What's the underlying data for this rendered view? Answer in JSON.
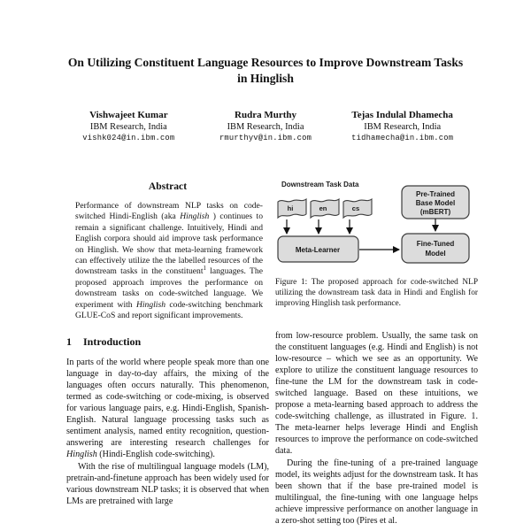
{
  "paper": {
    "title": "On Utilizing Constituent Language Resources to Improve Downstream Tasks in Hinglish",
    "authors": [
      {
        "name": "Vishwajeet Kumar",
        "affiliation": "IBM Research, India",
        "email": "vishk024@in.ibm.com"
      },
      {
        "name": "Rudra Murthy",
        "affiliation": "IBM Research, India",
        "email": "rmurthyv@in.ibm.com"
      },
      {
        "name": "Tejas Indulal Dhamecha",
        "affiliation": "IBM Research, India",
        "email": "tidhamecha@in.ibm.com"
      }
    ],
    "abstract": {
      "heading": "Abstract",
      "seg_a": "Performance of downstream NLP tasks on code-switched Hindi-English (aka ",
      "italic_1": "Hinglish",
      "seg_b": " ) continues to remain a significant challenge. Intuitively, Hindi and English corpora should aid improve task performance on Hinglish. We show that meta-learning framework can effectively utilize the the labelled resources of the downstream tasks in the constituent",
      "footnote_mark": "1",
      "seg_c": " languages. The proposed approach improves the performance on downstream tasks on code-switched language. We experiment with ",
      "italic_2": "Hinglish",
      "seg_d": " code-switching benchmark GLUE-CoS and report significant improvements."
    },
    "introduction": {
      "number": "1",
      "heading": "Introduction",
      "p1_a": "In parts of the world where people speak more than one language in day-to-day affairs, the mixing of the languages often occurs naturally. This phenomenon, termed as code-switching or code-mixing, is observed for various language pairs, e.g. Hindi-English, Spanish-English. Natural language processing tasks such as sentiment analysis, named entity recognition, question-answering are interesting research challenges for ",
      "p1_italic": "Hinglish",
      "p1_b": " (Hindi-English code-switching).",
      "p2": "With the rise of multilingual language models (LM), pretrain-and-finetune approach has been widely used for various downstream NLP tasks; it is observed that when LMs are pretrained with large"
    },
    "figure": {
      "data_label": "Downstream Task Data",
      "flags": [
        "hi",
        "en",
        "cs"
      ],
      "meta_learner": "Meta-Learner",
      "pretrained_line1": "Pre-Trained",
      "pretrained_line2": "Base Model",
      "pretrained_line3": "(mBERT)",
      "finetuned_line1": "Fine-Tuned",
      "finetuned_line2": "Model",
      "caption": "Figure 1: The proposed approach for code-switched NLP utilizing the downstream task data in Hindi and English for improving Hinglish task performance.",
      "colors": {
        "node_fill": "#dcdcdc",
        "node_stroke": "#3d3d3d",
        "arrow": "#111111"
      }
    },
    "column2": {
      "p1": "from low-resource problem. Usually, the same task on the constituent languages (e.g. Hindi and English) is not low-resource – which we see as an opportunity. We explore to utilize the constituent language resources to fine-tune the LM for the downstream task in code-switched language. Based on these intuitions, we propose a meta-learning based approach to address the code-switching challenge, as illustrated in Figure. 1. The meta-learner helps leverage Hindi and English resources to improve the performance on code-switched data.",
      "p2": "During the fine-tuning of a pre-trained language model, its weights adjust for the downstream task. It has been shown that if the base pre-trained model is multilingual, the fine-tuning with one language helps achieve impressive performance on another language in a zero-shot setting too (Pires et al."
    }
  }
}
